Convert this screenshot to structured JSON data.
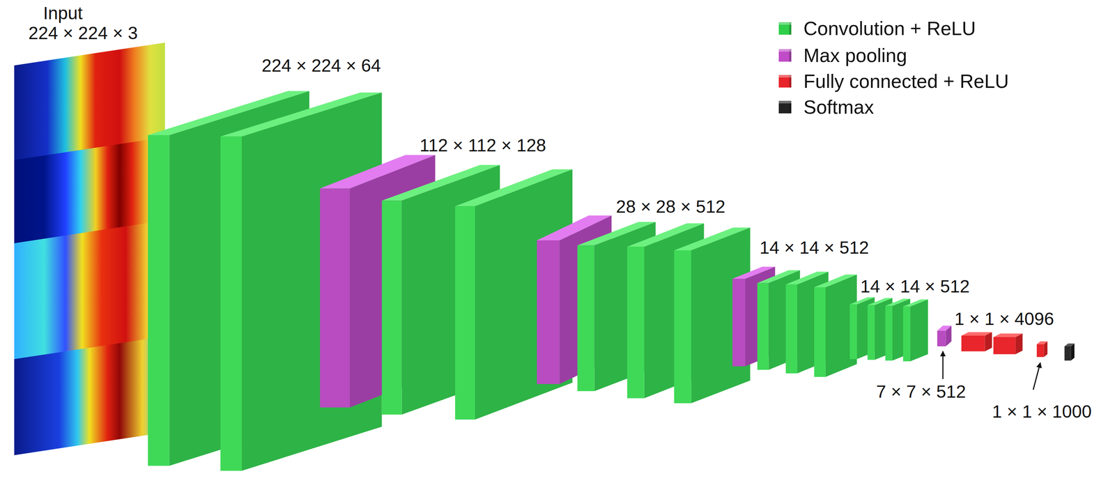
{
  "diagram": {
    "labels": [
      "Input",
      "224 × 224 × 3",
      "224 × 224 × 64",
      "112 × 112 × 128",
      "28 × 28 × 512",
      "14 × 14 × 512",
      "14 × 14 × 512",
      "7 × 7 × 512",
      "1 × 1 × 4096",
      "1 × 1 × 1000"
    ],
    "legend": [
      {
        "text": "Convolution + ReLU",
        "color": "#2fcf4a"
      },
      {
        "text": "Max pooling",
        "color": "#c04cc8"
      },
      {
        "text": "Fully connected + ReLU",
        "color": "#e8242a"
      },
      {
        "text": "Softmax",
        "color": "#222222"
      }
    ]
  }
}
